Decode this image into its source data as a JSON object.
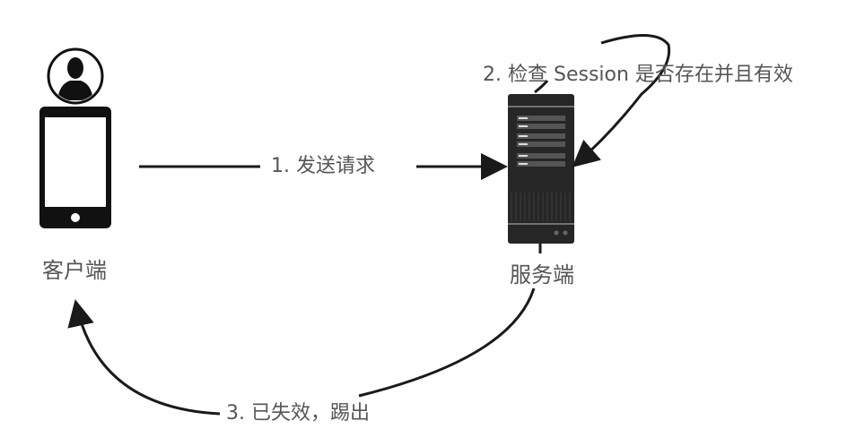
{
  "diagram": {
    "nodes": {
      "client": {
        "label": "客户端",
        "icon": "mobile-phone-user-icon"
      },
      "server": {
        "label": "服务端",
        "icon": "server-icon"
      }
    },
    "steps": [
      {
        "label": "1. 发送请求"
      },
      {
        "label": "2. 检查 Session 是否存在并且有效"
      },
      {
        "label": "3. 已失效，踢出"
      }
    ],
    "colors": {
      "stroke": "#1a1a1a",
      "text": "#555555",
      "server_body": "#262626"
    }
  }
}
